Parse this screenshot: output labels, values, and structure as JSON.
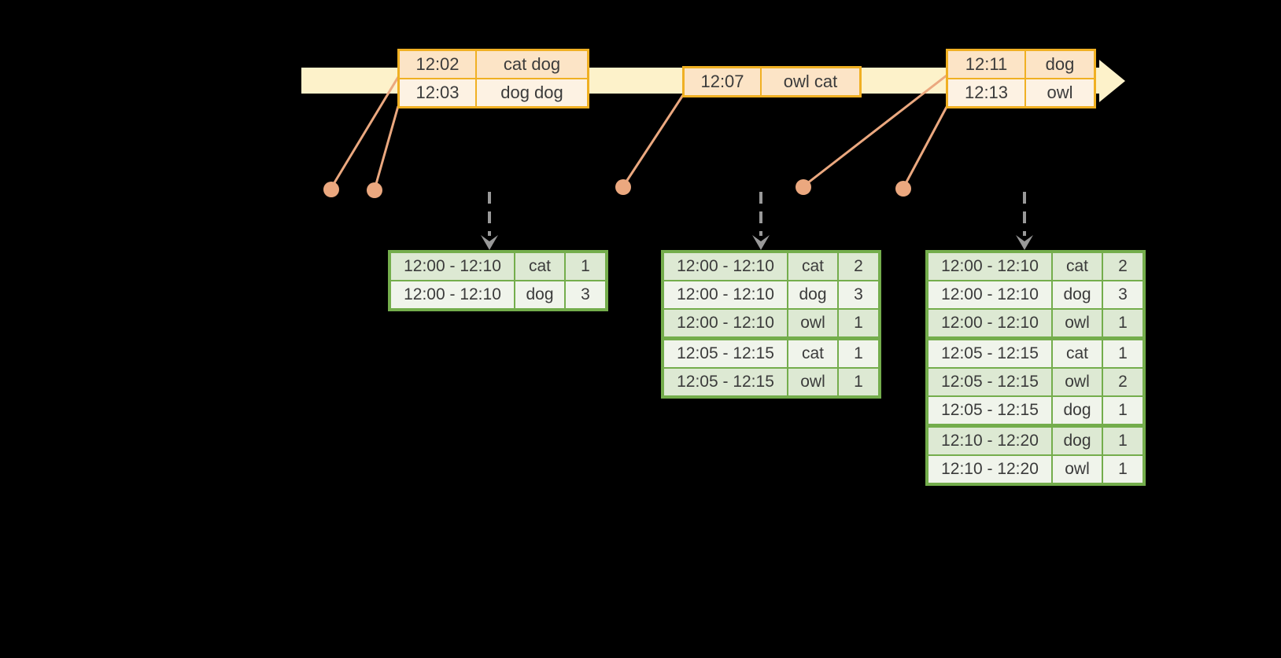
{
  "diagram": {
    "title": "windowed-grouped-aggregation-stream",
    "colors": {
      "background": "#000000",
      "timeline_fill": "#fdf2ca",
      "event_table_border": "#f0b023",
      "event_row_fill_dark": "#fce4c6",
      "event_row_fill_light": "#fdf2e3",
      "connector_salmon": "#eba87f",
      "result_table_border": "#74ad4c",
      "result_row_fill_dark": "#dde9d3",
      "result_row_fill_light": "#f0f4eb",
      "trigger_arrow_gray": "#999999",
      "text": "#3b3b3b"
    }
  },
  "event_tables": [
    {
      "rows": [
        {
          "time": "12:02",
          "words": "cat dog"
        },
        {
          "time": "12:03",
          "words": "dog dog"
        }
      ]
    },
    {
      "rows": [
        {
          "time": "12:07",
          "words": "owl cat"
        }
      ]
    },
    {
      "rows": [
        {
          "time": "12:11",
          "words": "dog"
        },
        {
          "time": "12:13",
          "words": "owl"
        }
      ]
    }
  ],
  "result_tables": [
    {
      "rows": [
        {
          "window": "12:00 - 12:10",
          "word": "cat",
          "count": "1"
        },
        {
          "window": "12:00 - 12:10",
          "word": "dog",
          "count": "3"
        }
      ]
    },
    {
      "rows": [
        {
          "window": "12:00 - 12:10",
          "word": "cat",
          "count": "2"
        },
        {
          "window": "12:00 - 12:10",
          "word": "dog",
          "count": "3"
        },
        {
          "window": "12:00 - 12:10",
          "word": "owl",
          "count": "1"
        },
        {
          "window": "12:05 - 12:15",
          "word": "cat",
          "count": "1"
        },
        {
          "window": "12:05 - 12:15",
          "word": "owl",
          "count": "1"
        }
      ]
    },
    {
      "rows": [
        {
          "window": "12:00 - 12:10",
          "word": "cat",
          "count": "2"
        },
        {
          "window": "12:00 - 12:10",
          "word": "dog",
          "count": "3"
        },
        {
          "window": "12:00 - 12:10",
          "word": "owl",
          "count": "1"
        },
        {
          "window": "12:05 - 12:15",
          "word": "cat",
          "count": "1"
        },
        {
          "window": "12:05 - 12:15",
          "word": "owl",
          "count": "2"
        },
        {
          "window": "12:05 - 12:15",
          "word": "dog",
          "count": "1"
        },
        {
          "window": "12:10 - 12:20",
          "word": "dog",
          "count": "1"
        },
        {
          "window": "12:10 - 12:20",
          "word": "owl",
          "count": "1"
        }
      ]
    }
  ]
}
